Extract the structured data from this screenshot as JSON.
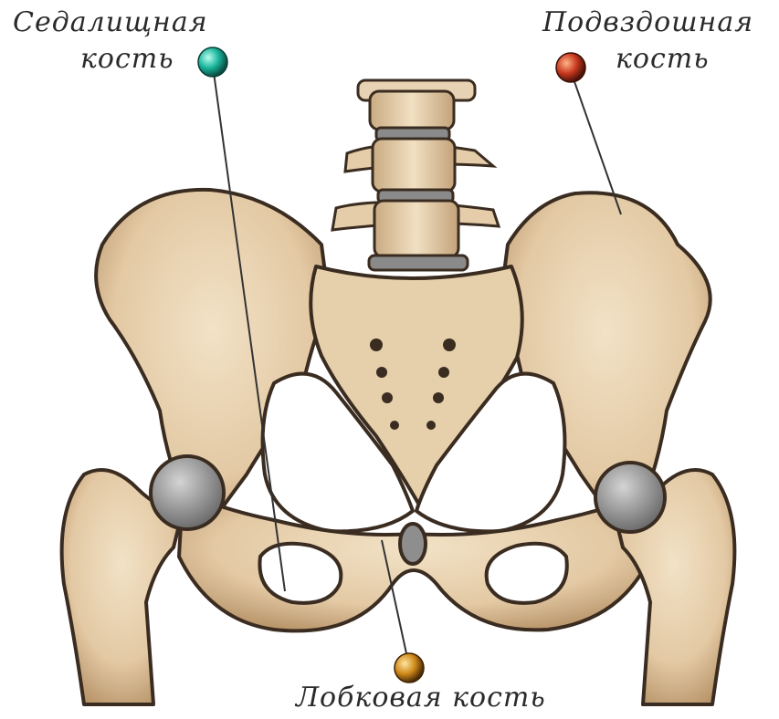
{
  "labels": {
    "ischium": {
      "line1": "Седалищная",
      "line2": "кость",
      "pin_color": "#19b39a"
    },
    "ilium": {
      "line1": "Подвздошная",
      "line2": "кость",
      "pin_color": "#c8391e"
    },
    "pubis": {
      "text": "Лобковая кость",
      "pin_color": "#d08a1a"
    }
  },
  "colors": {
    "bone": "#e8d2b0",
    "bone_shadow": "#b08a5e",
    "outline": "#3a2c20",
    "cartilage": "#8e8e8e"
  }
}
